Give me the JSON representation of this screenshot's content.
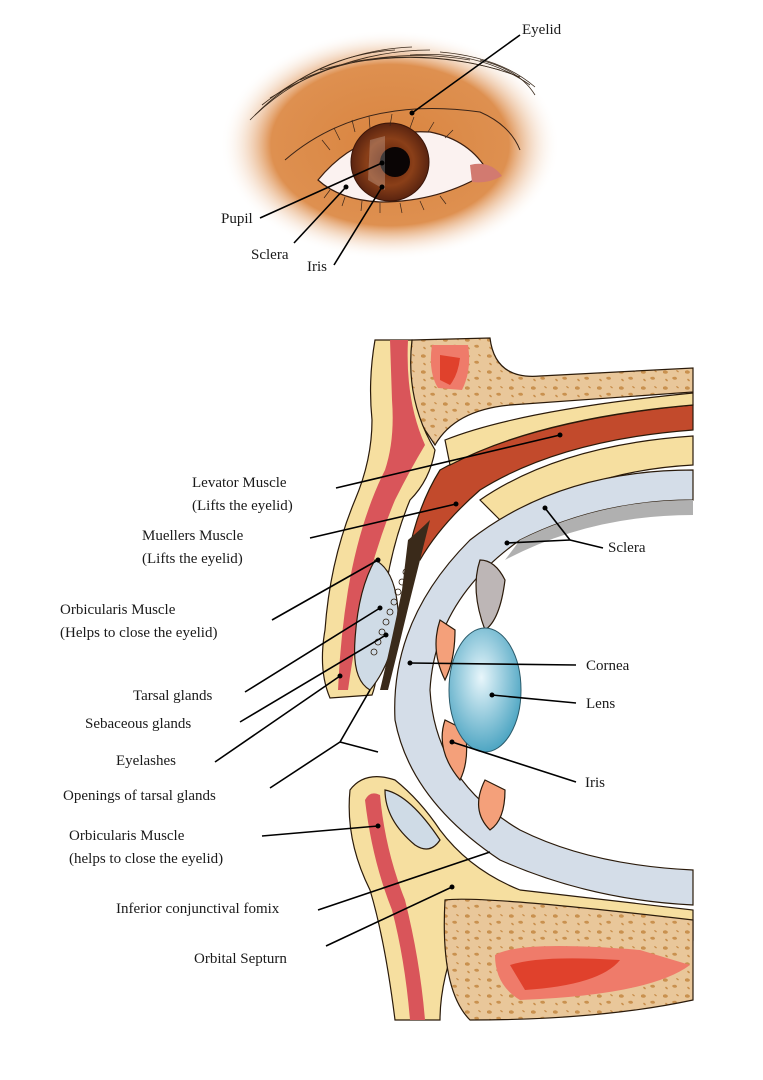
{
  "diagram": {
    "title": "",
    "external_view": {
      "labels": [
        {
          "id": "eyelid",
          "text": "Eyelid"
        },
        {
          "id": "pupil",
          "text": "Pupil"
        },
        {
          "id": "sclera",
          "text": "Sclera"
        },
        {
          "id": "iris",
          "text": "Iris"
        }
      ]
    },
    "cross_section": {
      "left_labels": [
        {
          "id": "levator-1",
          "text": "Levator Muscle"
        },
        {
          "id": "levator-2",
          "text": "(Lifts the eyelid)"
        },
        {
          "id": "muellers-1",
          "text": "Muellers Muscle"
        },
        {
          "id": "muellers-2",
          "text": "(Lifts the eyelid)"
        },
        {
          "id": "orbicularis-upper-1",
          "text": "Orbicularis Muscle"
        },
        {
          "id": "orbicularis-upper-2",
          "text": "(Helps to close the eyelid)"
        },
        {
          "id": "tarsal-glands",
          "text": "Tarsal glands"
        },
        {
          "id": "sebaceous-glands",
          "text": "Sebaceous glands"
        },
        {
          "id": "eyelashes",
          "text": "Eyelashes"
        },
        {
          "id": "openings-tarsal",
          "text": "Openings of tarsal glands"
        },
        {
          "id": "orbicularis-lower-1",
          "text": "Orbicularis Muscle"
        },
        {
          "id": "orbicularis-lower-2",
          "text": "(helps to close the eyelid)"
        },
        {
          "id": "inferior-fornix",
          "text": "Inferior conjunctival fomix"
        },
        {
          "id": "orbital-septum",
          "text": "Orbital  Septurn"
        }
      ],
      "right_labels": [
        {
          "id": "sclera",
          "text": "Sclera"
        },
        {
          "id": "cornea",
          "text": "Cornea"
        },
        {
          "id": "lens",
          "text": "Lens"
        },
        {
          "id": "iris",
          "text": "Iris"
        }
      ]
    },
    "colors": {
      "skin": "#d9843f",
      "iris": "#7a3414",
      "fat": "#f6dfa0",
      "bone": "#e9c79a",
      "bone_spots": "#c9914f",
      "muscle": "#c24a2c",
      "vessel": "#d9555a",
      "sclera_layer": "#d4dde8",
      "lens": "#8fcbe0",
      "marrow": "#e0412c"
    }
  }
}
